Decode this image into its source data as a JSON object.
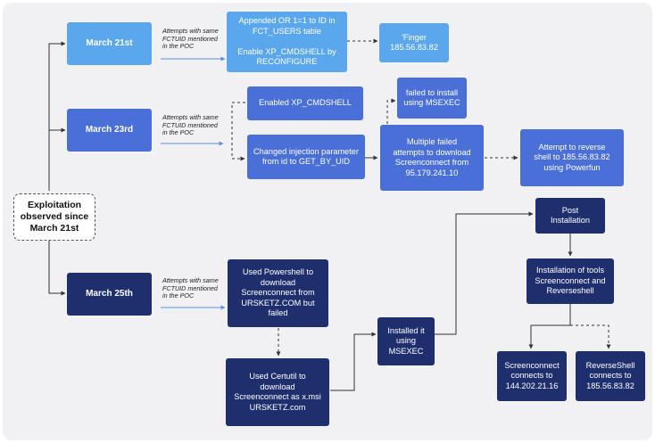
{
  "origin": {
    "label": "Exploitation\nobserved since\nMarch 21st"
  },
  "dates": {
    "mar21": "March 21st",
    "mar23": "March 23rd",
    "mar25": "March 25th"
  },
  "notes": {
    "mar21": "Attempts with same\nFCTUID mentioned\nin the POC",
    "mar23": "Attempts with same\nFCTUID mentioned\nin the POC",
    "mar25": "Attempts with same\nFCTUID mentioned\nin the POC"
  },
  "mar21": {
    "appended": "Appended OR 1=1 to ID in\nFCT_USERS table\n\nEnable XP_CMDSHELL by\nRECONFIGURE",
    "finger": "'Finger\n185.56.83.82"
  },
  "mar23": {
    "enabled": "Enabled XP_CMDSHELL",
    "changed": "Changed injection parameter\nfrom id to GET_BY_UID",
    "failed_install": "failed to install\nusing MSEXEC",
    "multiple_failed": "Multiple failed\nattempts to download\nScreenconnect from\n95.179.241.10",
    "reverse_shell": "Attempt to reverse\nshell to 185.56.83.82\nusing Powerfun"
  },
  "mar25": {
    "powershell": "Used Powershell to\ndownload\nScreenconnect from\nURSKETZ.COM but failed",
    "certutil": "Used Certutil to\ndownload\nScreenconnect as x.msi\nURSKETZ.com",
    "installed": "Installed it\nusing\nMSEXEC",
    "post_install": "Post\nInstallation",
    "tools": "Installation of tools\nScreenconnect and\nReverseshell",
    "screenconnect": "Screenconnect\nconnects to\n144.202.21.16",
    "reverseshell": "ReverseShell\nconnects to\n185.56.83.82"
  },
  "colors": {
    "march21": "#5ba7ee",
    "march23": "#4a6fd6",
    "march25": "#1f2f6e",
    "background": "#f1f1f3",
    "note_arrow": "#5b8fe0"
  }
}
